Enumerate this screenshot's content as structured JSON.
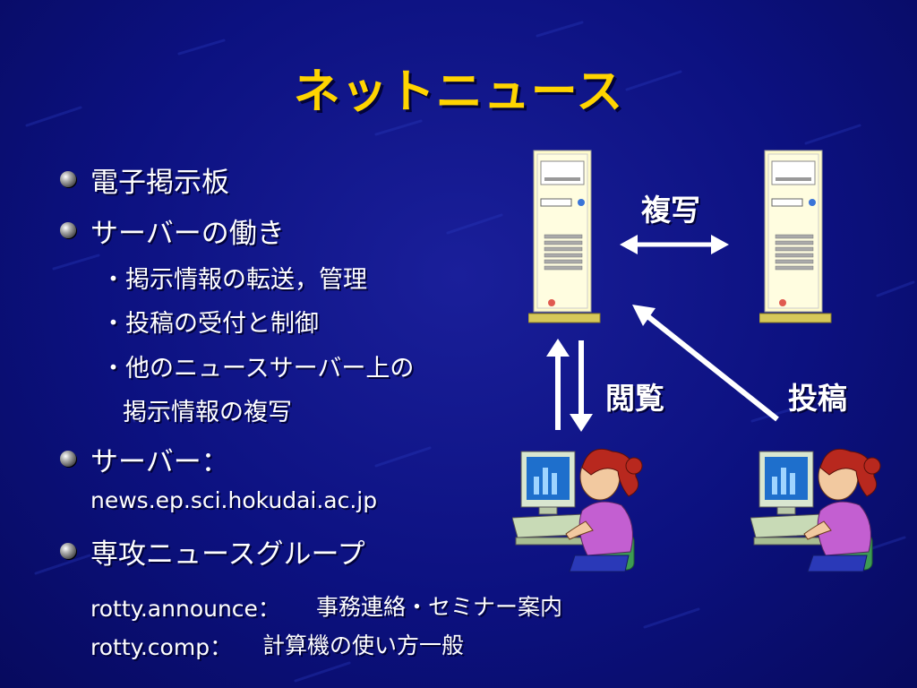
{
  "slide": {
    "title": "ネットニュース",
    "bullets": [
      {
        "text": "電子掲示板"
      },
      {
        "text": "サーバーの働き"
      },
      {
        "text": "サーバー："
      },
      {
        "text": "専攻ニュースグループ"
      }
    ],
    "server_tasks": [
      "・掲示情報の転送，管理",
      "・投稿の受付と制御",
      "・他のニュースサーバー上の",
      "掲示情報の複写"
    ],
    "server_name": "news.ep.sci.hokudai.ac.jp",
    "groups": [
      {
        "name": "rotty.announce：",
        "desc": "事務連絡・セミナー案内"
      },
      {
        "name": "rotty.comp：",
        "desc": "計算機の使い方一般"
      }
    ]
  },
  "diagram": {
    "label_copy": "複写",
    "label_read": "閲覧",
    "label_post": "投稿"
  },
  "colors": {
    "background": "#0c1180",
    "title": "#ffd400",
    "text": "#ffffff"
  }
}
